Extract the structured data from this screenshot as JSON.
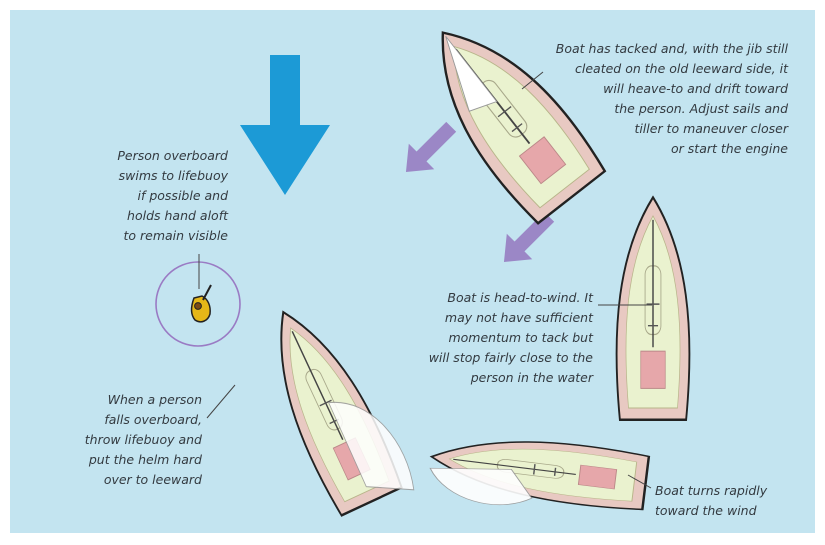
{
  "colors": {
    "water": "#c3e4f0",
    "wind_arrow": "#1c9ad6",
    "drift_arrow": "#9b87c6",
    "hull": "#e8c9c2",
    "deck": "#eaf2cf",
    "cabin": "#e6a7aa",
    "sail": "#ffffff",
    "lifebuoy_ring": "#9a7bc4",
    "leader_line": "#444444"
  },
  "icons": {
    "wind": "wind-direction-arrow-icon",
    "drift": "drift-arrow-icon",
    "person": "person-in-water-icon"
  },
  "captions": {
    "person_overboard": [
      "Person overboard",
      "swims to lifebuoy",
      "if possible and",
      "holds hand aloft",
      "to remain visible"
    ],
    "tacked": [
      "Boat has tacked and, with the jib still",
      "cleated on the old leeward side, it",
      "will heave-to and drift toward",
      "the person. Adjust sails and",
      "tiller to maneuver closer",
      "or start the engine"
    ],
    "head_to_wind": [
      "Boat is head-to-wind. It",
      "may not have sufficient",
      "momentum to tack but",
      "will stop fairly close to the",
      "person in the water"
    ],
    "falls_overboard": [
      "When a person",
      "falls overboard,",
      "throw lifebuoy and",
      "put the helm hard",
      "over to leeward"
    ],
    "turns": [
      "Boat turns rapidly",
      "toward the wind"
    ]
  }
}
